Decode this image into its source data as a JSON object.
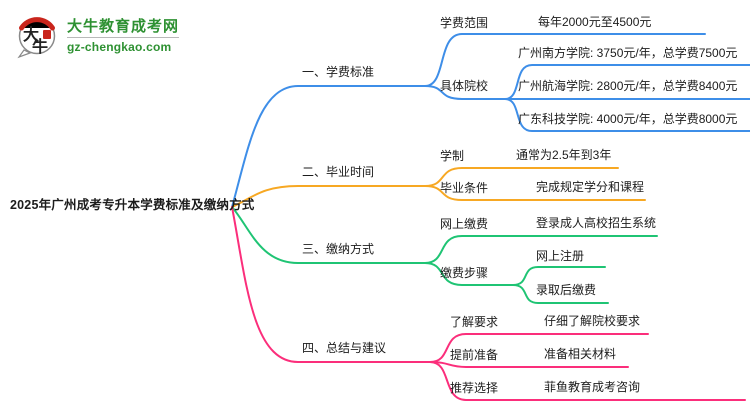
{
  "logo": {
    "icon_char1": "大",
    "icon_char2": "牛",
    "site_name": "大牛教育成考网",
    "site_url": "gz-chengkao.com"
  },
  "colors": {
    "brand_green": "#2E9132",
    "seal_red": "#C9251C",
    "icon_outline": "#8a8a8a",
    "branch_fee": "#3E8EE8",
    "branch_time": "#F7A823",
    "branch_pay": "#1FC474",
    "branch_summary": "#FB2E7B",
    "text": "#1C1C1C"
  },
  "mindmap": {
    "root": "2025年广州成考专升本学费标准及缴纳方式",
    "branches": [
      {
        "label": "一、学费标准",
        "children": [
          {
            "label": "学费范围",
            "value": "每年2000元至4500元"
          },
          {
            "label": "具体院校",
            "leaves": [
              "广州南方学院: 3750元/年，总学费7500元",
              "广州航海学院: 2800元/年，总学费8400元",
              "广东科技学院: 4000元/年，总学费8000元"
            ]
          }
        ]
      },
      {
        "label": "二、毕业时间",
        "children": [
          {
            "label": "学制",
            "value": "通常为2.5年到3年"
          },
          {
            "label": "毕业条件",
            "value": "完成规定学分和课程"
          }
        ]
      },
      {
        "label": "三、缴纳方式",
        "children": [
          {
            "label": "网上缴费",
            "value": "登录成人高校招生系统"
          },
          {
            "label": "缴费步骤",
            "leaves": [
              "网上注册",
              "录取后缴费"
            ]
          }
        ]
      },
      {
        "label": "四、总结与建议",
        "children": [
          {
            "label": "了解要求",
            "value": "仔细了解院校要求"
          },
          {
            "label": "提前准备",
            "value": "准备相关材料"
          },
          {
            "label": "推荐选择",
            "value": "菲鱼教育成考咨询"
          }
        ]
      }
    ]
  }
}
